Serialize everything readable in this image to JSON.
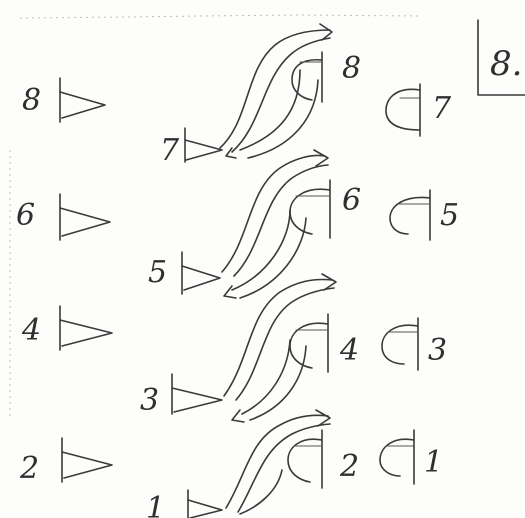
{
  "page_label": "8.",
  "left_labels": [
    "8",
    "6",
    "4",
    "2"
  ],
  "middle_labels": [
    "7",
    "5",
    "3",
    "1"
  ],
  "right_labels_a": [
    "8",
    "6",
    "4",
    "2"
  ],
  "right_labels_b": [
    "7",
    "5",
    "3",
    "1"
  ],
  "colors": {
    "ink": "#3a3a3a",
    "paper": "#fdfdfb"
  }
}
